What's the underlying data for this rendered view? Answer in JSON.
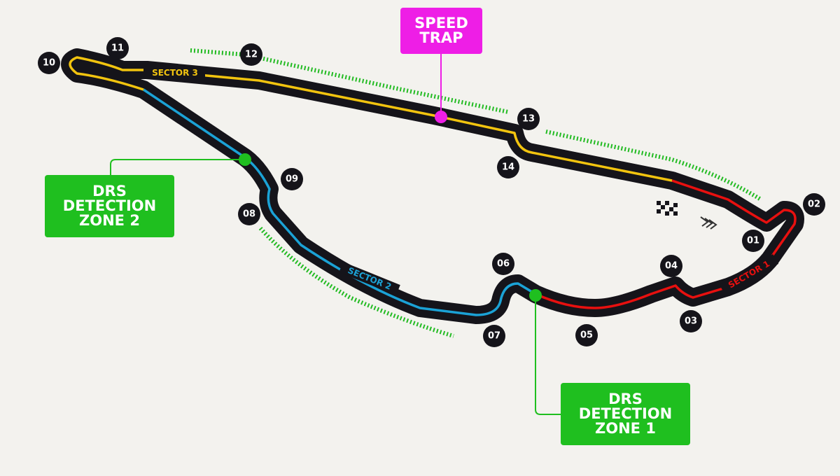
{
  "track": {
    "turns": [
      "01",
      "02",
      "03",
      "04",
      "05",
      "06",
      "07",
      "08",
      "09",
      "10",
      "11",
      "12",
      "13",
      "14"
    ],
    "sectors": [
      {
        "label": "SECTOR 1",
        "color": "#e8100f"
      },
      {
        "label": "SECTOR 2",
        "color": "#1ba2d6"
      },
      {
        "label": "SECTOR 3",
        "color": "#f2c40f"
      }
    ],
    "track_color": "#15141a",
    "drs_color": "#1fbf1f",
    "speed_trap_color": "#ee1ee6"
  },
  "callouts": {
    "speed_trap": [
      "SPEED",
      "TRAP"
    ],
    "drs_zone_1": [
      "DRS",
      "DETECTION",
      "ZONE 1"
    ],
    "drs_zone_2": [
      "DRS",
      "DETECTION",
      "ZONE 2"
    ]
  },
  "icons": {
    "start": "checkered-flag-icon",
    "direction": "chevron-right-icon"
  }
}
